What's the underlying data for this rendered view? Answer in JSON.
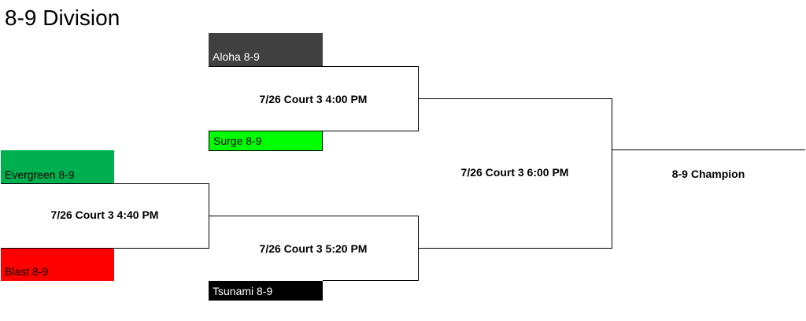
{
  "title": "8-9 Division",
  "teams": {
    "aloha": {
      "label": "Aloha 8-9",
      "bg": "#404040",
      "fg": "#ffffff"
    },
    "surge": {
      "label": "Surge 8-9",
      "bg": "#00ff00",
      "fg": "#000000"
    },
    "evergreen": {
      "label": "Evergreen 8-9",
      "bg": "#00b050",
      "fg": "#000000"
    },
    "blast": {
      "label": "Blast 8-9",
      "bg": "#ff0000",
      "fg": "#000000"
    },
    "tsunami": {
      "label": "Tsunami 8-9",
      "bg": "#000000",
      "fg": "#ffffff"
    }
  },
  "games": {
    "g1": "7/26 Court 3 4:00 PM",
    "g2": "7/26 Court 3 4:40 PM",
    "g3": "7/26 Court 3 5:20 PM",
    "g4": "7/26 Court 3 6:00 PM"
  },
  "champion": "8-9 Champion"
}
